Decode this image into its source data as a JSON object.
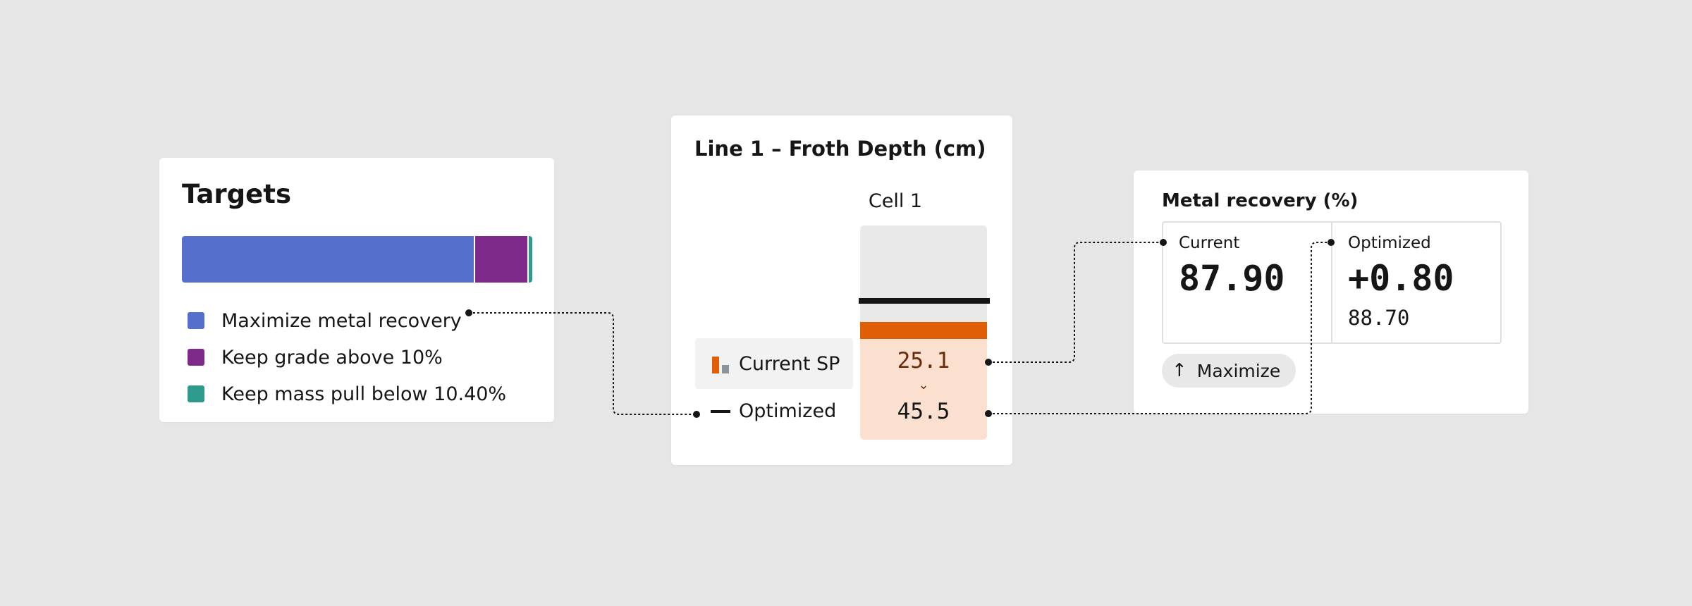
{
  "colors": {
    "recovery": "#5470cc",
    "grade": "#7f2a8a",
    "mass_pull": "#2e9a8e",
    "current_sp": "#e05e06"
  },
  "targets": {
    "title": "Targets",
    "stack_shares": [
      0.84,
      0.15,
      0.01
    ],
    "items": [
      {
        "label": "Maximize metal recovery",
        "color": "#5470cc"
      },
      {
        "label": "Keep grade above 10%",
        "color": "#7f2a8a"
      },
      {
        "label": "Keep mass pull below 10.40%",
        "color": "#2e9a8e"
      }
    ]
  },
  "froth": {
    "title": "Line 1 – Froth Depth (cm)",
    "cell_label": "Cell 1",
    "current_value": "25.1",
    "optimized_value": "45.5",
    "current_sp_label": "Current SP",
    "optimized_label": "Optimized"
  },
  "metal": {
    "title": "Metal recovery (%)",
    "current_label": "Current",
    "current_value": "87.90",
    "optimized_label": "Optimized",
    "optimized_delta": "+0.80",
    "optimized_value": "88.70",
    "tag_label": "Maximize",
    "tag_icon": "arrow-up-icon"
  }
}
